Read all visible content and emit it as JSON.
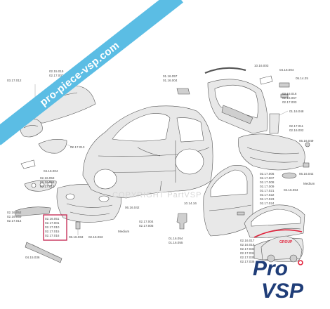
{
  "banner": {
    "text": "pro-piece-vsp.com",
    "color": "#5bbde4"
  },
  "watermark": "COPYRIGHT PartVSP",
  "logo": {
    "top": "Pro",
    "bottom": "VSP",
    "group": "GROUP",
    "brand_blue": "#1f3d78",
    "accent_red": "#e2233c"
  },
  "highlight_color": "#c8325a",
  "labels": {
    "l01": "03.17.012",
    "l02": "02.15.015",
    "l03": "02.17.002",
    "l04": "02.17.013",
    "l05": "04.16.004",
    "l06": "02.16.053",
    "l07": "02.16.058",
    "l08": "02.17.013",
    "l09": "02.16.052",
    "l10": "02.16.059",
    "l11": "02.17.014",
    "l12": "02.16.051",
    "l13": "02.17.001",
    "l14": "02.17.010",
    "l15": "02.17.015",
    "l16": "02.17.016",
    "l17": "06.16.063",
    "l18": "02.16.063",
    "l19": "04.15.036",
    "l20": "06.16.042",
    "l21": "Medium",
    "l22": "02.17.004",
    "l23": "02.17.005",
    "l24": "01.16.057",
    "l25": "01.16.004",
    "l26": "10.16.003",
    "l27": "04.16.004",
    "l28": "05.14.25",
    "l29": "02.16.016",
    "l30": "02.16.067",
    "l31": "02.17.003",
    "l32": "01.16.048",
    "l33": "02.17.011",
    "l34": "02.16.002",
    "l35": "06.16.049",
    "l36": "06.16.042",
    "l37": "Medium",
    "l38": "02.16.064",
    "l39": "02.17.006",
    "l40": "02.17.007",
    "l41": "02.17.008",
    "l42": "02.17.009",
    "l43": "02.17.021",
    "l44": "02.17.022",
    "l45": "02.17.023",
    "l46": "02.17.024",
    "l47": "10.14.16",
    "l48": "01.16.054",
    "l49": "01.16.055",
    "l50": "02.16.017",
    "l51": "02.16.018",
    "l52": "02.17.033",
    "l53": "02.17.034",
    "l54": "02.17.035",
    "l55": "02.17.036"
  }
}
